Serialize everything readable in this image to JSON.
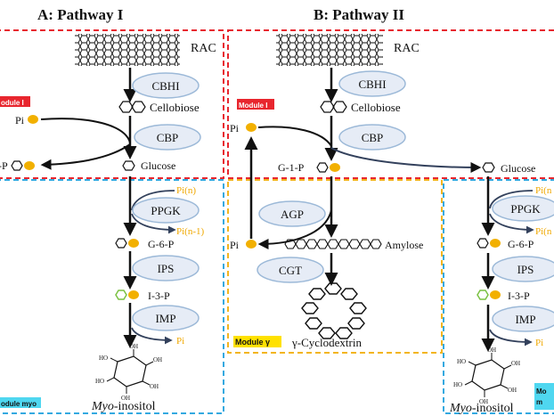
{
  "panel_a": {
    "title": "A: Pathway I",
    "rac": "RAC",
    "cbhi": "CBHI",
    "cellobiose": "Cellobiose",
    "pi": "Pi",
    "cbp": "CBP",
    "g1p_partial": "-P",
    "glucose": "Glucose",
    "module_i": "odule I",
    "pi_n": "Pi(n)",
    "ppgk": "PPGK",
    "pi_n1": "Pi(n-1)",
    "g6p": "G-6-P",
    "ips": "IPS",
    "i3p": "I-3-P",
    "imp": "IMP",
    "pi_out": "Pi",
    "myo_italic": "Myo",
    "inositol": "-inositol",
    "module_myo": "odule myo"
  },
  "panel_b": {
    "title": "B: Pathway II",
    "rac": "RAC",
    "cbhi": "CBHI",
    "module_i": "Module I",
    "cellobiose": "Cellobiose",
    "pi": "Pi",
    "cbp": "CBP",
    "g1p": "G-1-P",
    "glucose": "Glucose",
    "agp": "AGP",
    "pi_amylose": "Pi",
    "amylose": "Amylose",
    "cgt": "CGT",
    "module_gamma": "Module γ",
    "cyclodextrin": "γ-Cyclodextrin",
    "pi_n": "Pi(n",
    "ppgk": "PPGK",
    "pi_n1": "Pi(n",
    "g6p": "G-6-P",
    "ips": "IPS",
    "i3p": "I-3-P",
    "imp": "IMP",
    "pi_out": "Pi",
    "myo_italic": "Myo",
    "inositol": "-inositol",
    "module_myo_1": "Mo",
    "module_myo_2": "m"
  },
  "inositol_labels": {
    "ho": "HO",
    "oh": "OH"
  },
  "colors": {
    "red_dash": "#e8262e",
    "blue_dash": "#33a9e0",
    "orange_dash": "#f3b51f",
    "enzyme_fill": "#e6ecf6",
    "enzyme_stroke": "#9cb9d8",
    "phosphate": "#f2b000",
    "module_i_bg": "#e8262e",
    "module_myo_bg": "#4fd7f0",
    "module_gamma_bg": "#ffe100"
  }
}
